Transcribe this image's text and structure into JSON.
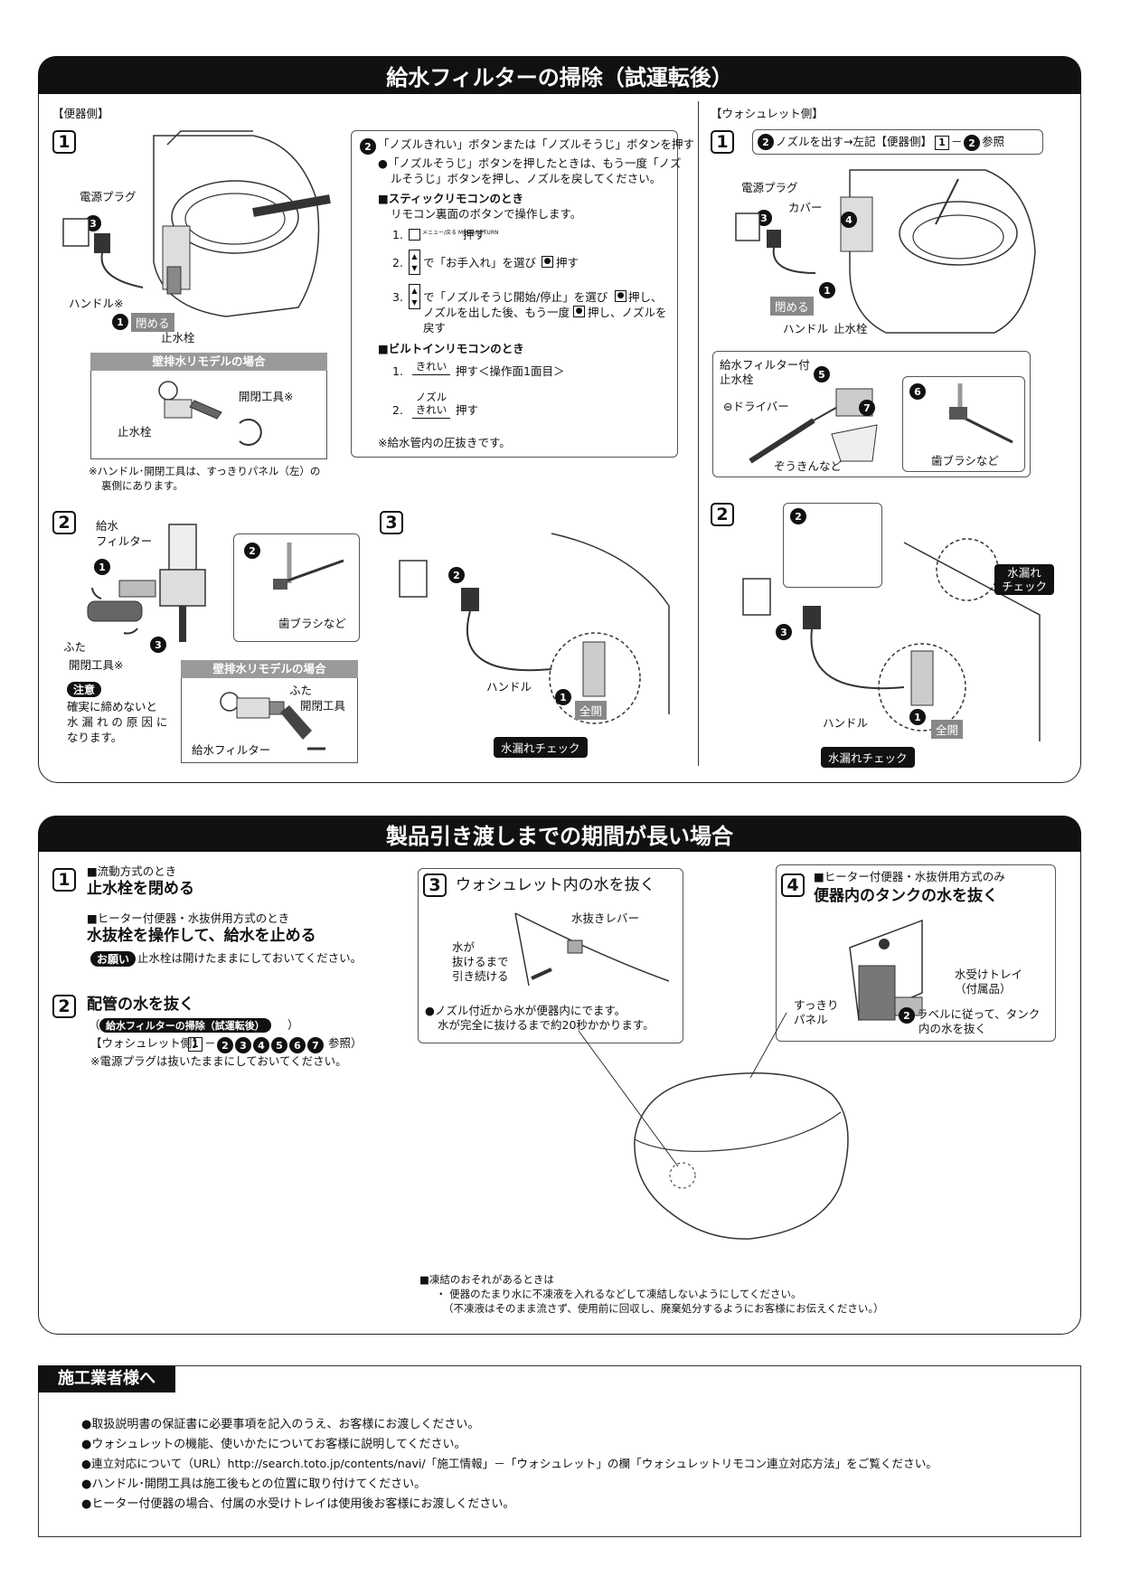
{
  "section1": {
    "title": "給水フィルターの掃除（試運転後）",
    "left_header": "【便器側】",
    "right_header": "【ウォシュレット側】",
    "step1": "1",
    "step2": "2",
    "step3": "3",
    "power_plug": "電源プラグ",
    "handle_star": "ハンドル※",
    "close_label": "閉める",
    "stop_valve": "止水栓",
    "wall_model": "壁排水リモデルの場合",
    "open_tool_star": "開閉工具※",
    "stop_valve2": "止水栓",
    "footnote1": "※ハンドル･開閉工具は、すっきりパネル（左）の",
    "footnote2": "裏側にあります。",
    "instr_head": "「ノズルきれい」ボタンまたは「ノズルそうじ」ボタンを押す",
    "instr_bullet1": "●「ノズルそうじ」ボタンを押したときは、もう一度「ノズ",
    "instr_bullet2": "ルそうじ」ボタンを押し、ノズルを戻してください。",
    "stick_head": "■スティックリモコンのとき",
    "stick_sub": "リモコン裏面のボタンで操作します。",
    "stick_1": "1.",
    "stick_1_small": "メニュー/戻る MENU/RETURN",
    "stick_1_text": "押す",
    "stick_2": "2.",
    "stick_2_text": "で「お手入れ」を選び",
    "stick_2_end": "押す",
    "stick_3": "3.",
    "stick_3_text1": "で「ノズルそうじ開始/停止」を選び",
    "stick_3_text1b": "押し、",
    "stick_3_text2": "ノズルを出した後、もう一度",
    "stick_3_text2b": "押し、ノズルを",
    "stick_3_text3": "戻す",
    "builtin_head": "■ビルトインリモコンのとき",
    "builtin_1": "1.",
    "builtin_1_btn": "きれい",
    "builtin_1_text": "押す＜操作面1面目＞",
    "builtin_2": "2.",
    "builtin_2_btn1": "ノズル",
    "builtin_2_btn2": "きれい",
    "builtin_2_text": "押す",
    "pressure_note": "※給水管内の圧抜きです。",
    "filter_label": "給水\nフィルター",
    "cap_label": "ふた",
    "open_tool2": "開閉工具※",
    "caution": "注意",
    "caution_text1": "確実に締めないと",
    "caution_text2": "水 漏 れ の 原 因 に",
    "caution_text3": "なります。",
    "toothbrush": "歯ブラシなど",
    "wall_model2": "壁排水リモデルの場合",
    "cap2": "ふた",
    "open_tool3": "開閉工具",
    "filter2": "給水フィルター",
    "handle2": "ハンドル",
    "full_open": "全開",
    "leak_check": "水漏れチェック",
    "w_step1_text": "ノズルを出す→左記【便器側】",
    "w_step1_text2": "参照",
    "w_power_plug": "電源プラグ",
    "w_cover": "カバー",
    "w_close": "閉める",
    "w_handle": "ハンドル",
    "w_stop_valve": "止水栓",
    "w_filter_valve1": "給水フィルター付",
    "w_filter_valve2": "止水栓",
    "w_driver": "⊖ドライバー",
    "w_cloth": "ぞうきんなど",
    "w_toothbrush": "歯ブラシなど",
    "w_leak_check1": "水漏れ",
    "w_leak_check2": "チェック",
    "w_handle2": "ハンドル",
    "w_full_open": "全開",
    "w_leak_check3": "水漏れチェック"
  },
  "section2": {
    "title": "製品引き渡しまでの期間が長い場合",
    "s1_sub": "■流動方式のとき",
    "s1_big": "止水栓を閉める",
    "s1_sub2": "■ヒーター付便器・水抜併用方式のとき",
    "s1_big2": "水抜栓を操作して、給水を止める",
    "s1_badge": "お願い",
    "s1_note": "止水栓は開けたままにしておいてください。",
    "s2_big": "配管の水を抜く",
    "s2_ref_open": "（",
    "s2_ref": "給水フィルターの掃除（試運転後）",
    "s2_ref_close": "）",
    "s2_ref2": "【ウォシュレット側】",
    "s2_ref2b": "－",
    "s2_ref2c": "参照）",
    "s2_note": "※電源プラグは抜いたままにしておいてください。",
    "s3_title": "ウォシュレット内の水を抜く",
    "s3_lever": "水抜きレバー",
    "s3_water1": "水が",
    "s3_water2": "抜けるまで",
    "s3_water3": "引き続ける",
    "s3_note1": "●ノズル付近から水が便器内にでます。",
    "s3_note2": "水が完全に抜けるまで約20秒かかります。",
    "s4_sub": "■ヒーター付便器・水抜併用方式のみ",
    "s4_big": "便器内のタンクの水を抜く",
    "s4_tray1": "水受けトレイ",
    "s4_tray2": "（付属品）",
    "s4_panel1": "すっきり",
    "s4_panel2": "パネル",
    "s4_label1": "ラベルに従って、タンク",
    "s4_label2": "内の水を抜く",
    "freeze_head": "■凍結のおそれがあるときは",
    "freeze_1": "・ 便器のたまり水に不凍液を入れるなどして凍結しないようにしてください。",
    "freeze_2": "（不凍液はそのまま流さず、使用前に回収し、廃棄処分するようにお客様にお伝えください。）"
  },
  "section3": {
    "title": "施工業者様へ",
    "items": [
      "●取扱説明書の保証書に必要事項を記入のうえ、お客様にお渡しください。",
      "●ウォシュレットの機能、使いかたについてお客様に説明してください。",
      "●連立対応について（URL）http://search.toto.jp/contents/navi/「施工情報」－「ウォシュレット」の欄「ウォシュレットリモコン連立対応方法」をご覧ください。",
      "●ハンドル･開閉工具は施工後もとの位置に取り付けてください。",
      "●ヒーター付便器の場合、付属の水受けトレイは使用後お客様にお渡しください。"
    ]
  }
}
